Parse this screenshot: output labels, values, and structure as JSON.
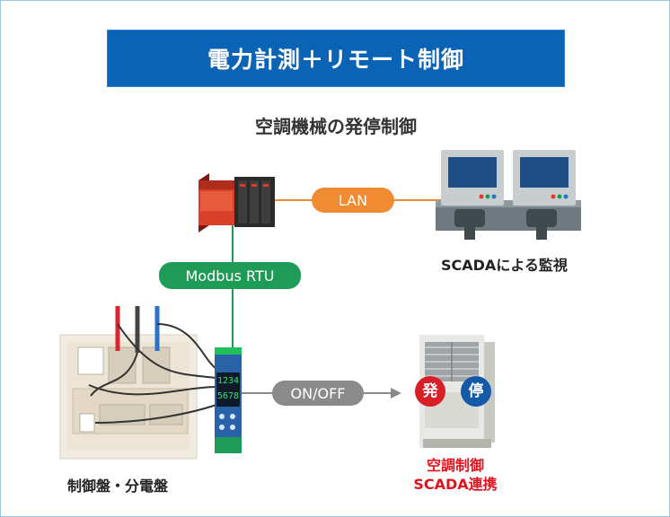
{
  "banner": {
    "title": "電力計測＋リモート制御"
  },
  "subtitle": "空調機械の発停制御",
  "connections": {
    "lan": "LAN",
    "modbus": "Modbus RTU",
    "onoff": "ON/OFF"
  },
  "labels": {
    "scada": "SCADAによる監視",
    "panel": "制御盤・分電盤",
    "hvac_line1": "空調制御",
    "hvac_line2": "SCADA連携"
  },
  "device": {
    "display_top": "1234",
    "display_bottom": "5678"
  },
  "hvac_badges": {
    "start": "発",
    "stop": "停"
  },
  "colors": {
    "banner": "#0a63b5",
    "lan": "#f08a33",
    "modbus": "#1e9c57",
    "onoff": "#8a8a8a",
    "start_badge": "#d81e26",
    "stop_badge": "#145aa8",
    "hvac_label": "#e0141e"
  }
}
